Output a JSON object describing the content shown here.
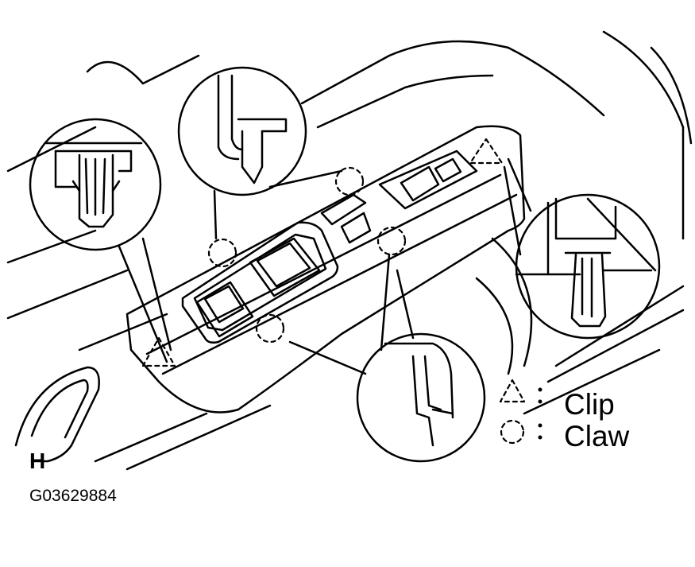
{
  "legend": {
    "clip_label": "Clip",
    "claw_label": "Claw",
    "clip_symbol": "dashed-triangle",
    "claw_symbol": "dashed-circle"
  },
  "corner_letter": "H",
  "figure_code": "G03629884",
  "colors": {
    "line": "#000000",
    "background": "#ffffff"
  }
}
